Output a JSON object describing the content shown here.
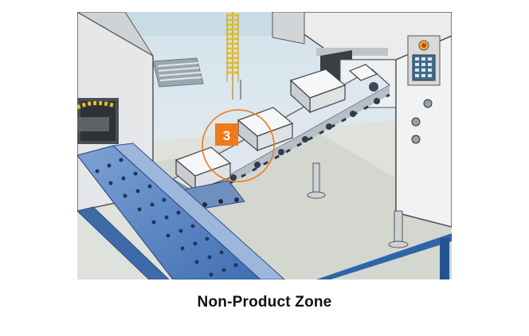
{
  "caption": "Non-Product Zone",
  "marker": {
    "label": "3",
    "color": "#f07a1a"
  },
  "icons": [
    "conveyor-belt",
    "control-panel",
    "spring-sensor",
    "vent-grille"
  ],
  "colors": {
    "floor": "#dfe2dc",
    "machine": "#ededee",
    "belt_blue": "#5b82c0",
    "frame_blue": "#2f64a8",
    "accent_yellow": "#e7bf2a"
  }
}
